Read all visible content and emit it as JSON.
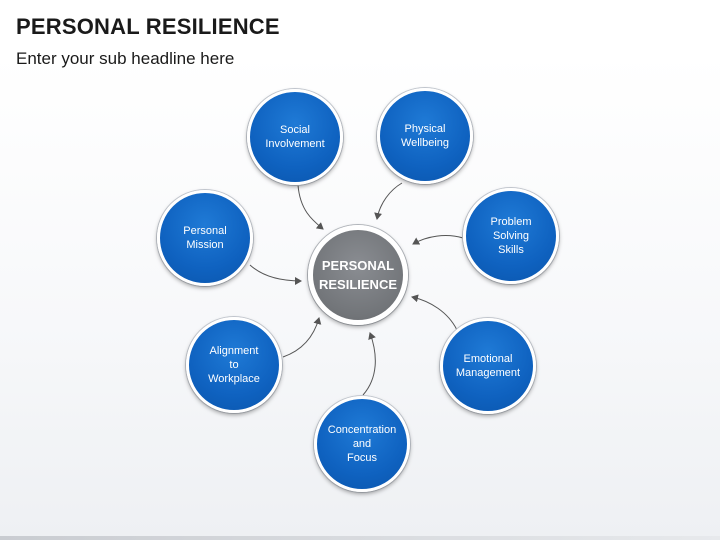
{
  "slide": {
    "title": "PERSONAL RESILIENCE",
    "subtitle": "Enter your sub headline here"
  },
  "center": {
    "label": "PERSONAL\nRESILIENCE"
  },
  "nodes": {
    "social": "Social\nInvolvement",
    "physical": "Physical\nWellbeing",
    "mission": "Personal\nMission",
    "problem": "Problem Solving\nSkills",
    "alignment": "Alignment\nto\nWorkplace",
    "emotional": "Emotional\nManagement",
    "concentration": "Concentration\nand\nFocus"
  },
  "colors": {
    "node_blue": "#0f62c0",
    "center_gray": "#727579",
    "arrow": "#555555"
  }
}
